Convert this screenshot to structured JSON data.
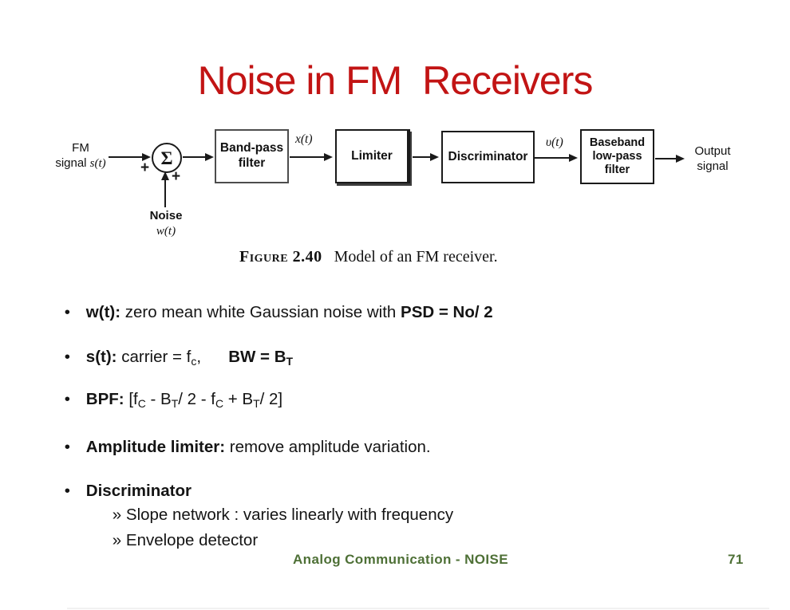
{
  "colors": {
    "title": "#c21414",
    "footer": "#4e7036",
    "ink": "#1a1a1a"
  },
  "title": "Noise in FM  Receivers",
  "diagram": {
    "source_label": {
      "line1": "FM",
      "line2_prefix": "signal ",
      "line2_var": "s(t)"
    },
    "sum": {
      "symbol": "Σ",
      "plus_input": "+",
      "plus_noise": "+"
    },
    "noise_label": {
      "line1": "Noise",
      "line2_var": "w(t)"
    },
    "boxes": {
      "bandpass": {
        "line1": "Band-pass",
        "line2": "filter"
      },
      "limiter": {
        "label": "Limiter"
      },
      "discriminator": {
        "label": "Discriminator"
      },
      "baseband": {
        "line1": "Baseband",
        "line2": "low-pass",
        "line3": "filter"
      }
    },
    "signal_labels": {
      "x": "x(t)",
      "v": "υ(t)"
    },
    "output_label": {
      "line1": "Output",
      "line2": "signal"
    }
  },
  "caption": {
    "label": "Figure 2.40",
    "text": "Model of an FM receiver."
  },
  "bullets": {
    "marker": "•",
    "sub_marker": "»",
    "b1": {
      "lead": "w(t):",
      "mid": " zero mean white Gaussian noise with ",
      "tail": "PSD = No/ 2"
    },
    "b2": {
      "lead": "s(t):",
      "t1": " carrier = f",
      "sub1": "c",
      "t2": ",      ",
      "bold1": "BW = B",
      "bsub1": "T"
    },
    "b3": {
      "lead": "BPF:",
      "t1": " [f",
      "s1": "C",
      "t2": " - B",
      "s2": "T",
      "t3": "/ 2 - f",
      "s3": "C",
      "t4": " + B",
      "s4": "T",
      "t5": "/ 2]"
    },
    "b4": {
      "lead": "Amplitude limiter:",
      "tail": " remove amplitude variation."
    },
    "b5": {
      "lead": "Discriminator"
    },
    "s1": {
      "text": " Slope network : varies linearly with frequency"
    },
    "s2": {
      "text": " Envelope detector"
    }
  },
  "footer": {
    "left": "Analog Communication - NOISE",
    "page": "71"
  }
}
